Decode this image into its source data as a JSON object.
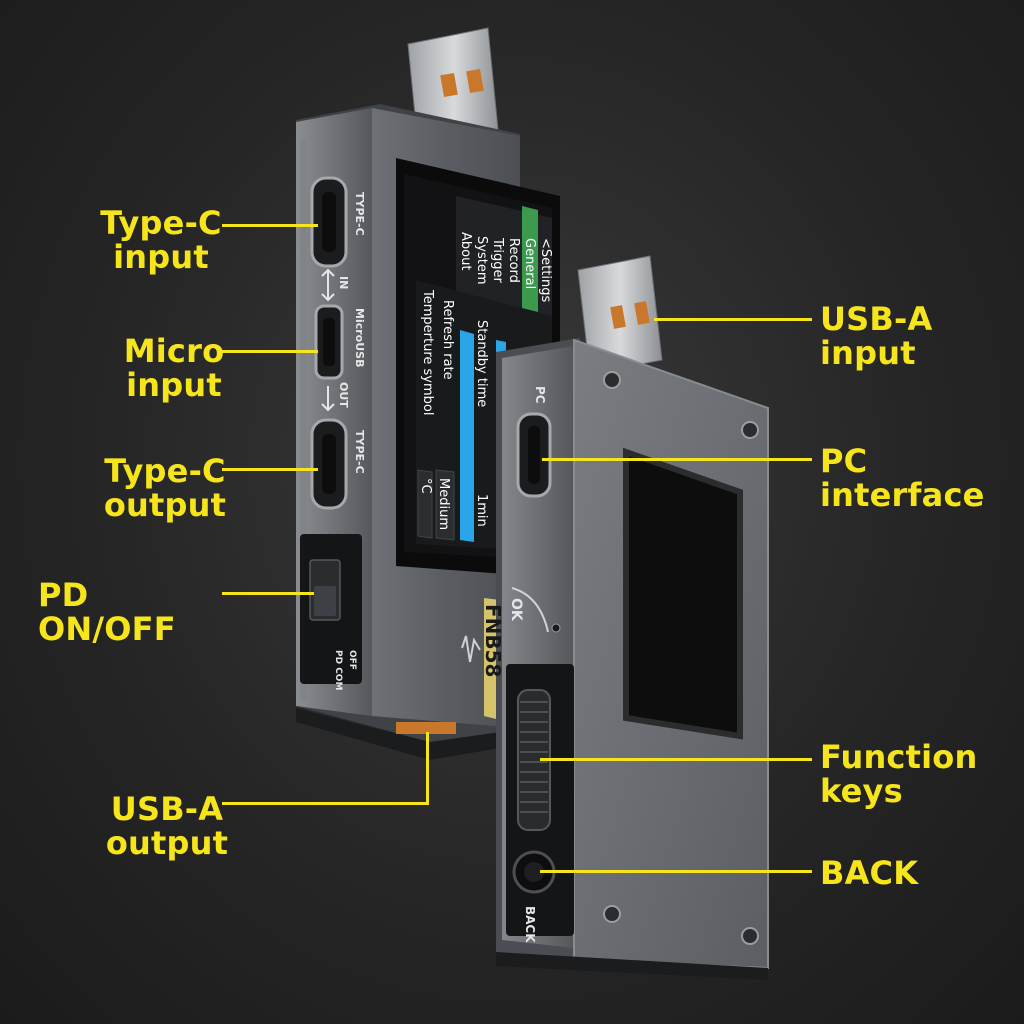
{
  "colors": {
    "background": "#262626",
    "callout": "#f7e51c",
    "device_body": "#5c5f63",
    "screen_accent": "#2aa6e8",
    "menu_highlight": "#3b9a4e"
  },
  "device": {
    "model": "FNB58",
    "ports": {
      "type_c_in_label": "TYPE-C",
      "in_label": "IN",
      "micro_label": "MicroUSB",
      "out_label": "OUT",
      "type_c_out_label": "TYPE-C",
      "pd_label": "PD COM",
      "pd_off_label": "OFF",
      "pc_label": "PC",
      "ok_label": "OK",
      "back_label": "BACK"
    },
    "screen": {
      "menu": [
        "<Settings",
        "General",
        "Record",
        "Trigger",
        "System",
        "About"
      ],
      "settings": [
        {
          "label": "Standby time",
          "value": "1min"
        },
        {
          "label": "Refresh rate",
          "value": "Medium"
        },
        {
          "label": "Temperture symbol",
          "value": "°C"
        }
      ]
    }
  },
  "callouts": {
    "type_c_input": [
      "Type-C",
      "input"
    ],
    "micro_input": [
      "Micro",
      "input"
    ],
    "type_c_output": [
      "Type-C",
      "output"
    ],
    "pd_on_off": [
      "PD ON/OFF"
    ],
    "usb_a_output": [
      "USB-A",
      "output"
    ],
    "usb_a_input": [
      "USB-A",
      "input"
    ],
    "pc_interface": [
      "PC",
      "interface"
    ],
    "function_keys": [
      "Function",
      "keys"
    ],
    "back": [
      "BACK"
    ]
  }
}
